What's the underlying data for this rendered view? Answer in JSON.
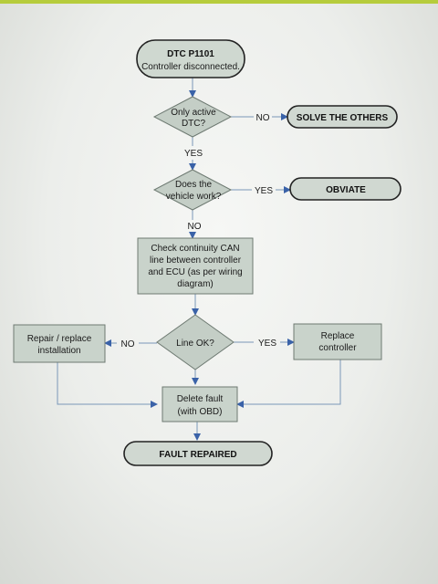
{
  "nodes": {
    "start": {
      "line1": "DTC P1101",
      "line2": "Controller disconnected."
    },
    "q_active": {
      "line1": "Only active",
      "line2": "DTC?"
    },
    "solve_others": {
      "label": "SOLVE THE OTHERS"
    },
    "q_vehicle": {
      "line1": "Does the",
      "line2": "vehicle work?"
    },
    "obviate": {
      "label": "OBVIATE"
    },
    "check_can": {
      "line1": "Check continuity CAN",
      "line2": "line between controller",
      "line3": "and ECU (as per wiring",
      "line4": "diagram)"
    },
    "q_line": {
      "label": "Line OK?"
    },
    "repair": {
      "line1": "Repair / replace",
      "line2": "installation"
    },
    "replace_ctrl": {
      "line1": "Replace",
      "line2": "controller"
    },
    "delete_fault": {
      "line1": "Delete fault",
      "line2": "(with OBD)"
    },
    "end": {
      "label": "FAULT REPAIRED"
    }
  },
  "edges": {
    "active_no": "NO",
    "active_yes": "YES",
    "vehicle_yes": "YES",
    "vehicle_no": "NO",
    "line_no": "NO",
    "line_yes": "YES"
  },
  "colors": {
    "process_fill": "#c9d3cb",
    "connector": "#7a97b8",
    "arrowhead": "#3a62a8",
    "terminal_border": "#222222"
  }
}
